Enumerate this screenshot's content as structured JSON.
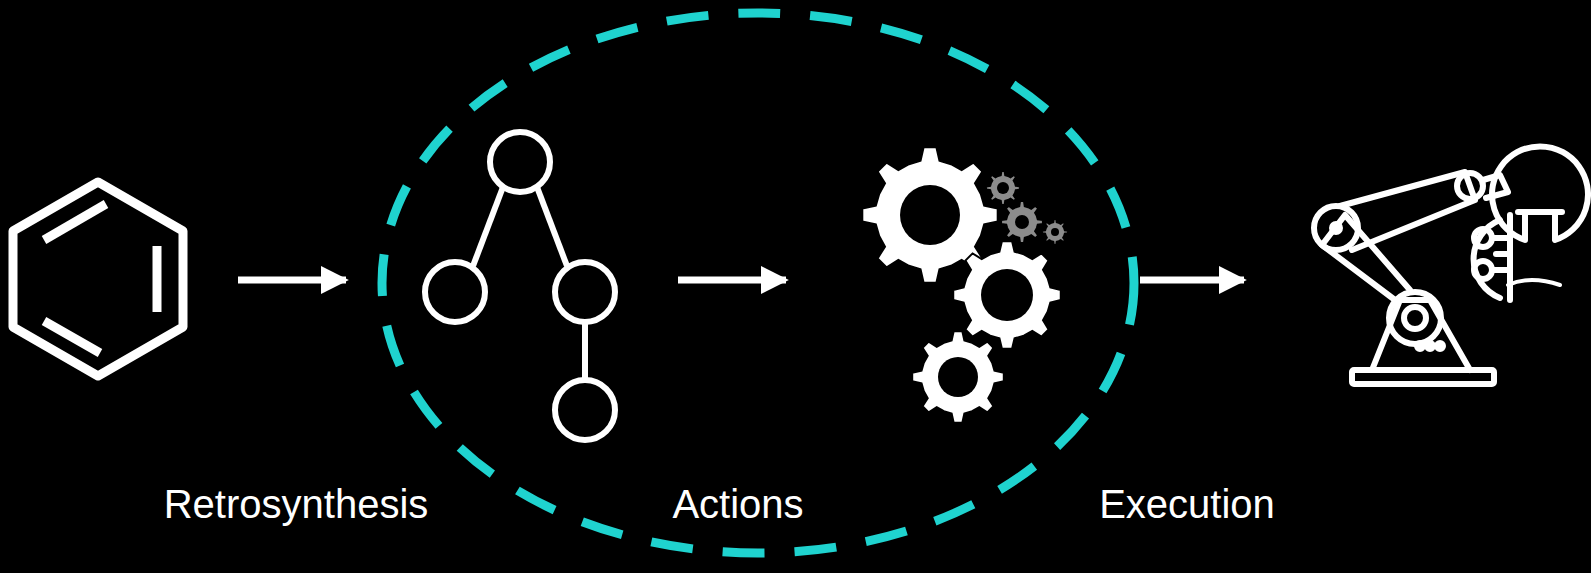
{
  "diagram": {
    "labels": [
      "Retrosynthesis",
      "Actions",
      "Execution"
    ]
  }
}
